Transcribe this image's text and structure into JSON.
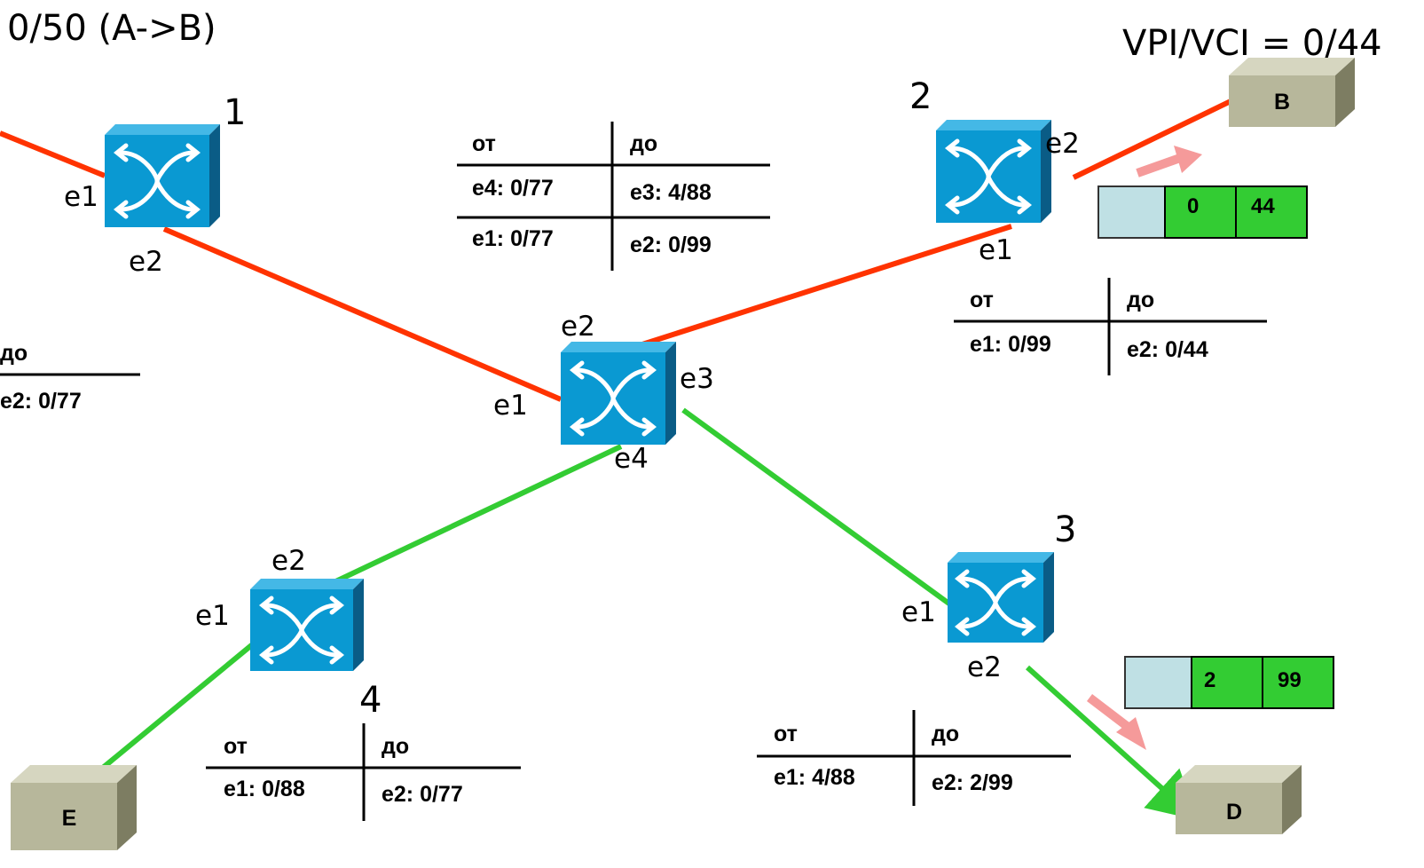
{
  "header": {
    "left_text": "0/50 (A->B)",
    "right_text": "VPI/VCI = 0/44"
  },
  "colors": {
    "path_red": "#ff3300",
    "path_green": "#33cc33",
    "switch_blue": "#0a99d2",
    "host_gray": "#b7b79b",
    "cell_header": "#bfe0e4",
    "cell_green": "#33cc33",
    "arrow_pink": "#f59a9a"
  },
  "switches": {
    "s1": {
      "number": "1",
      "ports": {
        "e1": "e1",
        "e2": "e2"
      }
    },
    "s2": {
      "number": "2",
      "ports": {
        "e1": "e1",
        "e2": "e2"
      }
    },
    "center": {
      "ports": {
        "e1": "e1",
        "e2": "e2",
        "e3": "e3",
        "e4": "e4"
      }
    },
    "s3": {
      "number": "3",
      "ports": {
        "e1": "e1",
        "e2": "e2"
      }
    },
    "s4": {
      "number": "4",
      "ports": {
        "e1": "e1",
        "e2": "e2"
      }
    }
  },
  "hosts": {
    "B": "B",
    "D": "D",
    "E": "E"
  },
  "tables": {
    "center": {
      "from_header": "от",
      "to_header": "до",
      "rows": [
        {
          "from": "e4: 0/77",
          "to": "e3: 4/88"
        },
        {
          "from": "e1: 0/77",
          "to": "e2: 0/99"
        }
      ]
    },
    "s2": {
      "from_header": "от",
      "to_header": "до",
      "rows": [
        {
          "from": "e1: 0/99",
          "to": "e2: 0/44"
        }
      ]
    },
    "s1_partial": {
      "to_header": "до",
      "rows": [
        {
          "to": "e2: 0/77"
        }
      ]
    },
    "s4": {
      "from_header": "от",
      "to_header": "до",
      "rows": [
        {
          "from": "e1: 0/88",
          "to": "e2: 0/77"
        }
      ]
    },
    "s3": {
      "from_header": "от",
      "to_header": "до",
      "rows": [
        {
          "from": "e1: 4/88",
          "to": "e2: 2/99"
        }
      ]
    }
  },
  "cells": {
    "to_B": {
      "vpi": "0",
      "vci": "44"
    },
    "to_D": {
      "vpi": "2",
      "vci": "99"
    }
  }
}
